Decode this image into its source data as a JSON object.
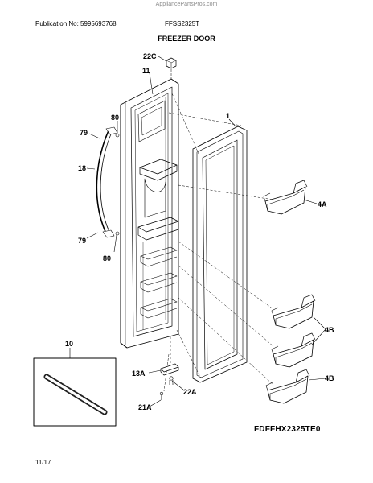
{
  "watermark": "AppliancePartsPros.com",
  "header": {
    "publication": "Publication No: 5995693768",
    "model": "FFSS2325T",
    "section_title": "FREEZER DOOR"
  },
  "callouts": {
    "c22C": "22C",
    "c11": "11",
    "c1": "1",
    "c80_top": "80",
    "c79_top": "79",
    "c18": "18",
    "c79_bottom": "79",
    "c80_bottom": "80",
    "c4A": "4A",
    "c4B_1": "4B",
    "c4B_2": "4B",
    "c10": "10",
    "c13A": "13A",
    "c22A": "22A",
    "c21A": "21A"
  },
  "footer": {
    "diagram_code": "FDFFHX2325TE0",
    "page": "11/17"
  }
}
